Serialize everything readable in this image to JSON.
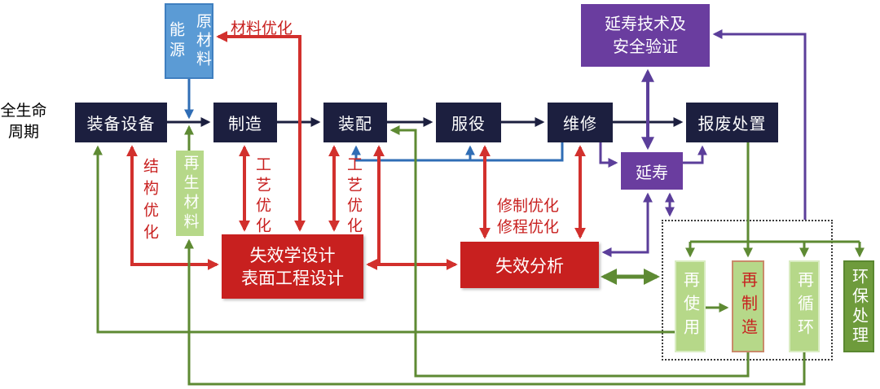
{
  "lifecycle_label": {
    "line1": "全生命",
    "line2": "周期"
  },
  "energy_box": {
    "col1": "能源",
    "col2": "原材料"
  },
  "stages": {
    "equipment": "装备设备",
    "manufacture": "制造",
    "assembly": "装配",
    "service": "服役",
    "maintenance": "维修",
    "scrap": "报废处置"
  },
  "life_extension_tech": {
    "line1": "延寿技术及",
    "line2": "安全验证"
  },
  "life_extension": "延寿",
  "recycled_material": "再生材料",
  "design_box": {
    "line1": "失效学设计",
    "line2": "表面工程设计"
  },
  "failure_analysis": "失效分析",
  "annotations": {
    "material_opt": "材料优化",
    "structure_opt": "结构优化",
    "process_opt_1": "工艺优化",
    "process_opt_2": "工艺优化",
    "repair_opt_line1": "修制优化",
    "repair_opt_line2": "修程优化"
  },
  "end_of_life": {
    "reuse": "再使用",
    "remanufacture": "再制造",
    "recycle": "再循环",
    "environmental": "环保处理"
  },
  "colors": {
    "navy": "#1c1f3f",
    "blue_box": "#5b9bd5",
    "purple": "#6a3d9f",
    "red": "#c8201f",
    "light_green": "#b6d889",
    "dark_green": "#6e9b3c",
    "annotation_red": "#c8201f"
  }
}
